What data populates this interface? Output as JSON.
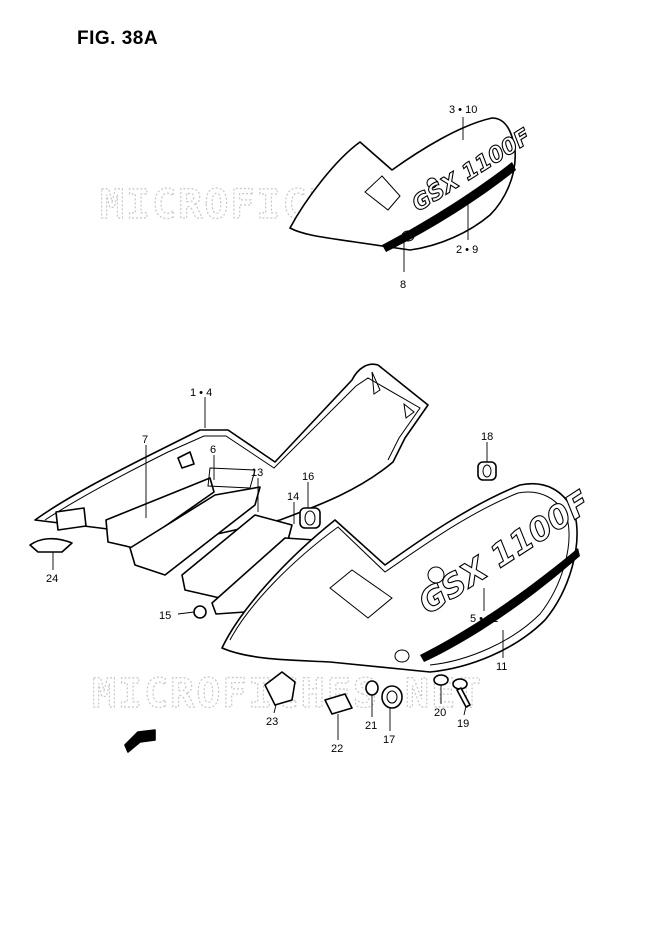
{
  "figure_title": "FIG. 38A",
  "watermark": "MICROFICHES.NET",
  "decal_text": "GSX 1100F",
  "fwd_label": "FWD",
  "callouts": [
    {
      "id": "c-3-10",
      "label": "3 • 10"
    },
    {
      "id": "c-2-9",
      "label": "2 • 9"
    },
    {
      "id": "c-8",
      "label": "8"
    },
    {
      "id": "c-1-4",
      "label": "1 • 4"
    },
    {
      "id": "c-7",
      "label": "7"
    },
    {
      "id": "c-6",
      "label": "6"
    },
    {
      "id": "c-13",
      "label": "13"
    },
    {
      "id": "c-16",
      "label": "16"
    },
    {
      "id": "c-14",
      "label": "14"
    },
    {
      "id": "c-18",
      "label": "18"
    },
    {
      "id": "c-24",
      "label": "24"
    },
    {
      "id": "c-15",
      "label": "15"
    },
    {
      "id": "c-5-12",
      "label": "5 • 12"
    },
    {
      "id": "c-11",
      "label": "11"
    },
    {
      "id": "c-23",
      "label": "23"
    },
    {
      "id": "c-22",
      "label": "22"
    },
    {
      "id": "c-21",
      "label": "21"
    },
    {
      "id": "c-17",
      "label": "17"
    },
    {
      "id": "c-20",
      "label": "20"
    },
    {
      "id": "c-19",
      "label": "19"
    }
  ]
}
